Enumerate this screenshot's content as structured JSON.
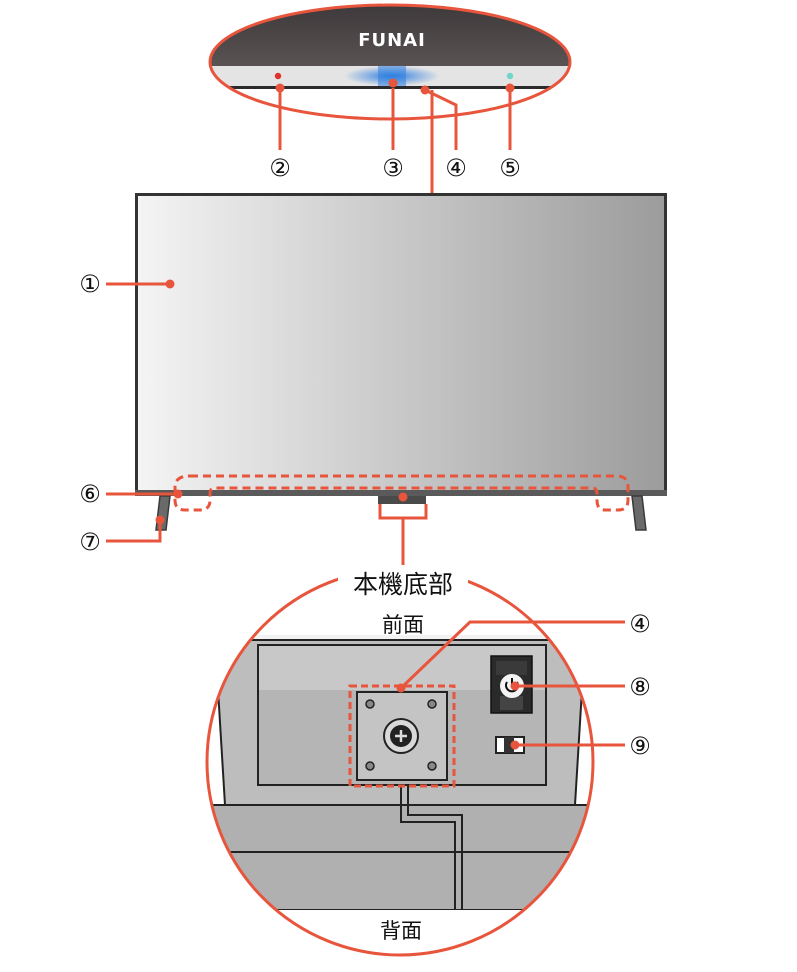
{
  "brand": "FUNAI",
  "callouts": [
    "①",
    "②",
    "③",
    "④",
    "⑤",
    "⑥",
    "⑦",
    "⑧",
    "⑨"
  ],
  "detail_callouts": {
    "mount": "④",
    "power": "⑧",
    "switch": "⑨"
  },
  "detail": {
    "title": "本機底部",
    "front_label": "前面",
    "back_label": "背面"
  },
  "colors": {
    "accent": "#E8553D",
    "bezel": "#4A4546",
    "led_red": "#E0302A",
    "led_blue": "#2F7FE0",
    "led_teal": "#6FD6C8"
  },
  "icons": {
    "power": "power-icon",
    "screw": "plus-screw-icon"
  }
}
